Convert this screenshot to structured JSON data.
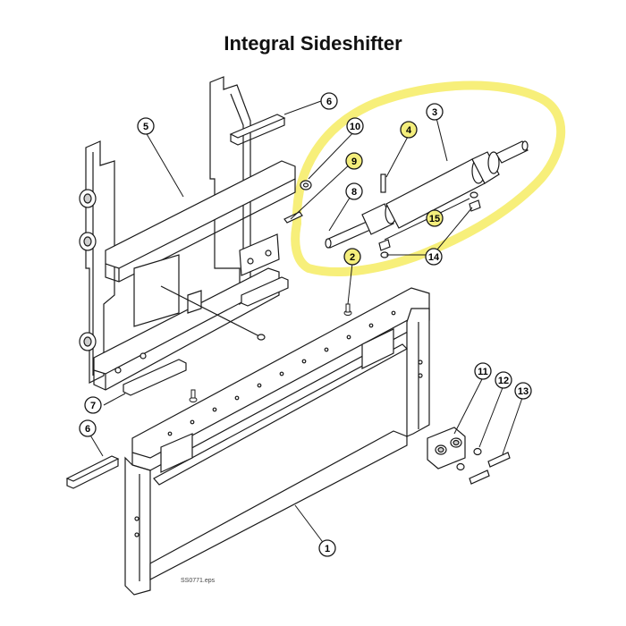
{
  "title": "Integral Sideshifter",
  "file_label": "SS0771.eps",
  "colors": {
    "highlight": "#f7ef7a",
    "line": "#1a1a1a",
    "part_fill": "#ffffff",
    "shade": "#cfcfcf",
    "callout_highlight": "#f4ee7c"
  },
  "callouts": [
    {
      "id": "c1",
      "label": "1",
      "highlighted": false
    },
    {
      "id": "c2",
      "label": "2",
      "highlighted": true
    },
    {
      "id": "c3",
      "label": "3",
      "highlighted": false
    },
    {
      "id": "c4",
      "label": "4",
      "highlighted": true
    },
    {
      "id": "c5",
      "label": "5",
      "highlighted": false
    },
    {
      "id": "c6a",
      "label": "6",
      "highlighted": false
    },
    {
      "id": "c6b",
      "label": "6",
      "highlighted": false
    },
    {
      "id": "c7",
      "label": "7",
      "highlighted": false
    },
    {
      "id": "c8",
      "label": "8",
      "highlighted": false
    },
    {
      "id": "c9",
      "label": "9",
      "highlighted": true
    },
    {
      "id": "c10",
      "label": "10",
      "highlighted": false
    },
    {
      "id": "c11",
      "label": "11",
      "highlighted": false
    },
    {
      "id": "c12",
      "label": "12",
      "highlighted": false
    },
    {
      "id": "c13",
      "label": "13",
      "highlighted": false
    },
    {
      "id": "c14",
      "label": "14",
      "highlighted": false
    },
    {
      "id": "c15",
      "label": "15",
      "highlighted": true
    }
  ]
}
